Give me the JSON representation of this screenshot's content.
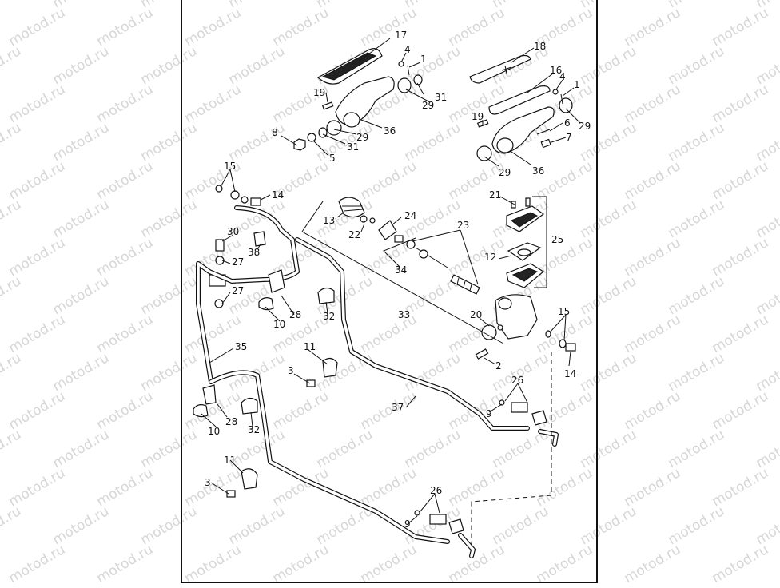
{
  "watermark": {
    "text": "motod.ru"
  },
  "callouts": {
    "c1a": "1",
    "c1b": "1",
    "c2": "2",
    "c3a": "3",
    "c3b": "3",
    "c4a": "4",
    "c4b": "4",
    "c5": "5",
    "c6": "6",
    "c7": "7",
    "c8": "8",
    "c9a": "9",
    "c9b": "9",
    "c10a": "10",
    "c10b": "10",
    "c11a": "11",
    "c11b": "11",
    "c12": "12",
    "c13": "13",
    "c14a": "14",
    "c14b": "14",
    "c15a": "15",
    "c15b": "15",
    "c16": "16",
    "c17": "17",
    "c18": "18",
    "c19a": "19",
    "c19b": "19",
    "c20": "20",
    "c21": "21",
    "c22": "22",
    "c23": "23",
    "c24": "24",
    "c25": "25",
    "c26a": "26",
    "c26b": "26",
    "c27a": "27",
    "c27b": "27",
    "c28a": "28",
    "c28b": "28",
    "c29a": "29",
    "c29b": "29",
    "c29c": "29",
    "c29d": "29",
    "c30": "30",
    "c31a": "31",
    "c31b": "31",
    "c32a": "32",
    "c32b": "32",
    "c33": "33",
    "c34": "34",
    "c35": "35",
    "c36a": "36",
    "c36b": "36",
    "c37": "37",
    "c38": "38"
  }
}
